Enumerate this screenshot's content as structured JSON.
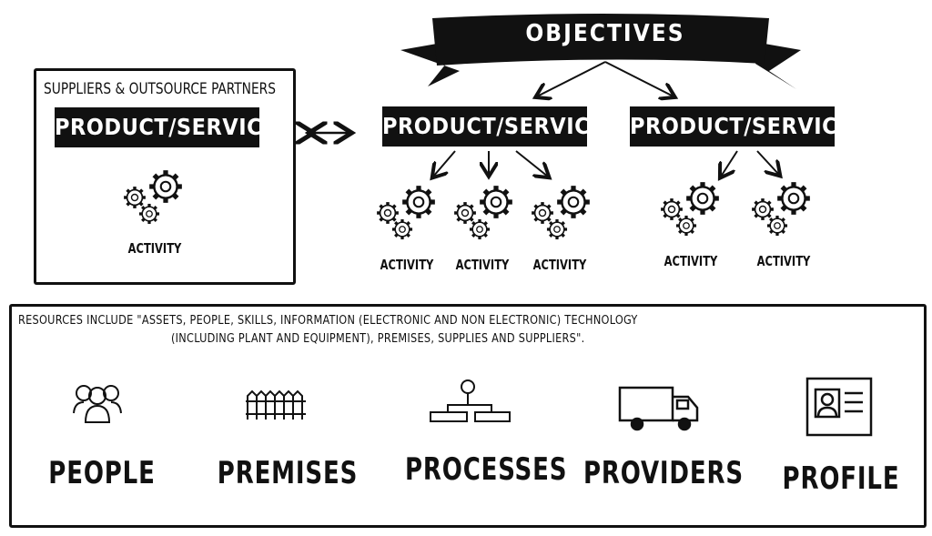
{
  "banner": {
    "title": "OBJECTIVES"
  },
  "suppliers": {
    "heading": "SUPPLIERS & OUTSOURCE PARTNERS",
    "label": "PRODUCT/SERVICE",
    "activity": "ACTIVITY"
  },
  "products": [
    {
      "label": "PRODUCT/SERVICE",
      "activities": [
        "ACTIVITY",
        "ACTIVITY",
        "ACTIVITY"
      ]
    },
    {
      "label": "PRODUCT/SERVICE",
      "activities": [
        "ACTIVITY",
        "ACTIVITY"
      ]
    }
  ],
  "resources": {
    "line1": "RESOURCES INCLUDE \"ASSETS, PEOPLE, SKILLS, INFORMATION (ELECTRONIC AND NON ELECTRONIC) TECHNOLOGY",
    "line2": "(INCLUDING PLANT AND EQUIPMENT), PREMISES, SUPPLIES AND SUPPLIERS\".",
    "items": [
      {
        "label": "PEOPLE",
        "icon": "people-icon"
      },
      {
        "label": "PREMISES",
        "icon": "fence-icon"
      },
      {
        "label": "PROCESSES",
        "icon": "flowchart-icon"
      },
      {
        "label": "PROVIDERS",
        "icon": "truck-icon"
      },
      {
        "label": "PROFILE",
        "icon": "id-card-icon"
      }
    ]
  }
}
